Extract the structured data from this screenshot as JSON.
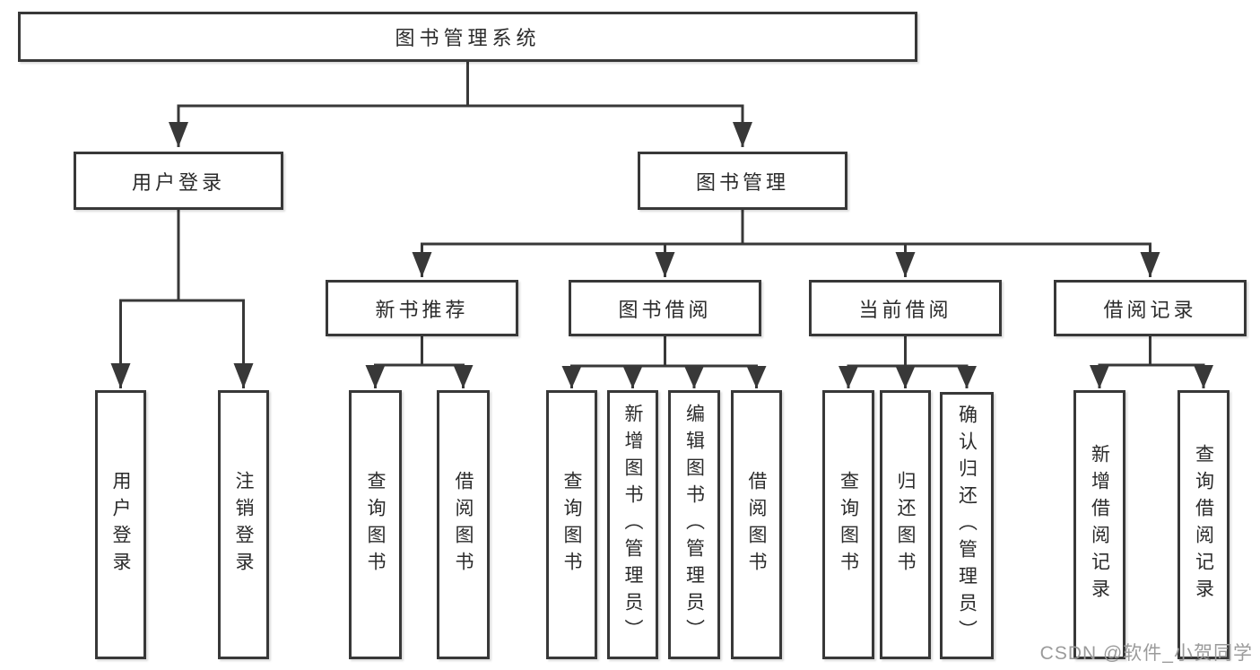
{
  "diagram": {
    "tree": {
      "root": "图书管理系统",
      "children": [
        {
          "label": "用户登录",
          "children": [
            "用户登录",
            "注销登录"
          ]
        },
        {
          "label": "图书管理",
          "children": [
            {
              "label": "新书推荐",
              "children": [
                "查询图书",
                "借阅图书"
              ]
            },
            {
              "label": "图书借阅",
              "children": [
                "查询图书",
                "新增图书（管理员）",
                "编辑图书（管理员）",
                "借阅图书"
              ]
            },
            {
              "label": "当前借阅",
              "children": [
                "查询图书",
                "归还图书",
                "确认归还（管理员）"
              ]
            },
            {
              "label": "借阅记录",
              "children": [
                "新增借阅记录",
                "查询借阅记录"
              ]
            }
          ]
        }
      ]
    },
    "colors": {
      "line": "#383838",
      "text": "#2b2b2b",
      "background": "#ffffff",
      "watermark": "#9b9b9b"
    }
  },
  "watermark": {
    "text": "CSDN @软件_小贺同学"
  }
}
